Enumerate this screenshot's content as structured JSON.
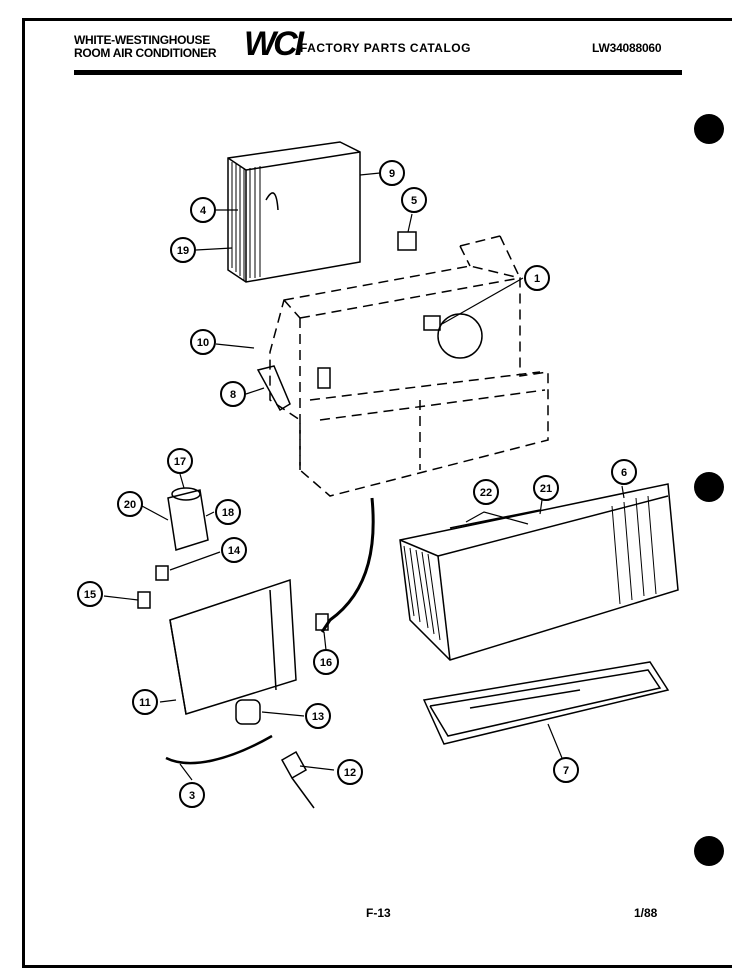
{
  "header": {
    "brand_line1": "WHITE-WESTINGHOUSE",
    "brand_line2": "ROOM AIR CONDITIONER",
    "logo": "WCI",
    "catalog_title": "FACTORY PARTS CATALOG",
    "model_number": "LW34088060"
  },
  "footer": {
    "page": "F-13",
    "date": "1/88"
  },
  "callouts": [
    "1",
    "3",
    "4",
    "5",
    "6",
    "7",
    "8",
    "9",
    "10",
    "11",
    "12",
    "13",
    "14",
    "15",
    "16",
    "17",
    "18",
    "19",
    "20",
    "21",
    "22"
  ]
}
